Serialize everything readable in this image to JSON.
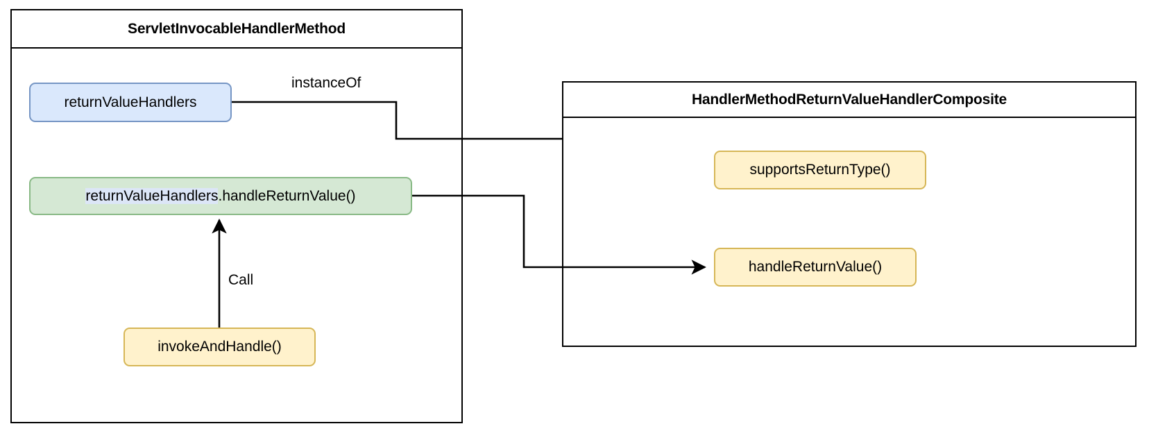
{
  "diagram": {
    "title_left": "ServletInvocableHandlerMethod",
    "title_right": "HandlerMethodReturnValueHandlerComposite",
    "nodes": {
      "return_value_handlers": "returnValueHandlers",
      "handle_return_value_call_selected": "returnValueHandlers",
      "handle_return_value_call_rest": ".handleReturnValue()",
      "invoke_and_handle": "invokeAndHandle()",
      "supports_return_type": "supportsReturnType()",
      "handle_return_value": "handleReturnValue()"
    },
    "edges": {
      "instance_of": "instanceOf",
      "call": "Call"
    },
    "colors": {
      "blue_fill": "#dae8fc",
      "blue_stroke": "#7595c4",
      "green_fill": "#d5e8d4",
      "green_stroke": "#88b985",
      "yellow_fill": "#fff2cc",
      "yellow_stroke": "#d6b656",
      "line": "#000000",
      "selection_highlight": "#dce6f7",
      "container_stroke": "#000000",
      "background": "#ffffff"
    }
  }
}
